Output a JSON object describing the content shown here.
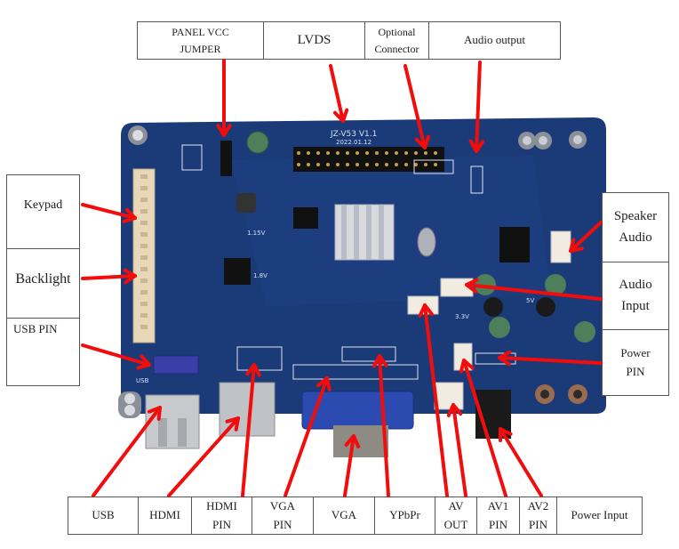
{
  "board": {
    "model": "JZ-V53  V1.1",
    "date": "2022.01.12",
    "silk_labels": {
      "v115": "1.15V",
      "v18": "1.8V",
      "v5": "5V",
      "v33": "3.3V",
      "usb": "USB"
    }
  },
  "top_labels": [
    {
      "text": "PANEL VCC\nJUMPER"
    },
    {
      "text": "LVDS"
    },
    {
      "text": "Optional\nConnector"
    },
    {
      "text": "Audio output"
    }
  ],
  "left_labels": [
    {
      "text": "Keypad"
    },
    {
      "text": "Backlight"
    },
    {
      "text": "USB PIN"
    }
  ],
  "right_labels": [
    {
      "text": "Speaker\nAudio"
    },
    {
      "text": "Audio\nInput"
    },
    {
      "text": "Power\nPIN"
    }
  ],
  "bottom_labels": [
    {
      "text": "USB"
    },
    {
      "text": "HDMI"
    },
    {
      "text": "HDMI\nPIN"
    },
    {
      "text": "VGA\nPIN"
    },
    {
      "text": "VGA"
    },
    {
      "text": "YPbPr"
    },
    {
      "text": "AV\nOUT"
    },
    {
      "text": "AV1\nPIN"
    },
    {
      "text": "AV2\nPIN"
    },
    {
      "text": "Power Input"
    }
  ],
  "colors": {
    "arrow": "#f20d0d",
    "pcb": "#1b3a78",
    "pcb_dark": "#132b5c",
    "border": "#555555"
  }
}
